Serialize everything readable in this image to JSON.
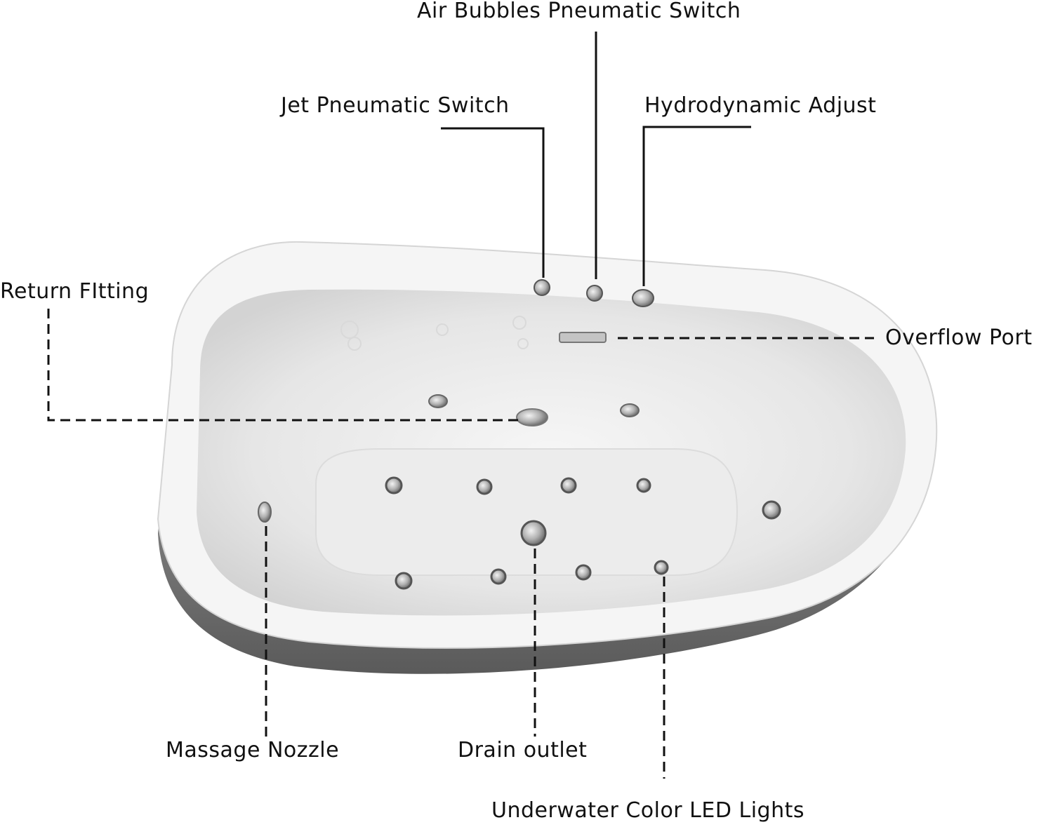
{
  "labels": {
    "air_bubbles_switch": "Air Bubbles Pneumatic Switch",
    "jet_switch": "Jet Pneumatic Switch",
    "hydrodynamic_adjust": "Hydrodynamic Adjust",
    "return_fitting": "Return FItting",
    "overflow_port": "Overflow Port",
    "massage_nozzle": "Massage Nozzle",
    "drain_outlet": "Drain outlet",
    "led_lights": "Underwater Color LED Lights"
  },
  "colors": {
    "line": "#111111",
    "tub_outer": "#6f6f6f",
    "tub_rim": "#f4f4f4",
    "tub_basin": "#e9e9e9",
    "fitting": "#a9a9a9"
  }
}
